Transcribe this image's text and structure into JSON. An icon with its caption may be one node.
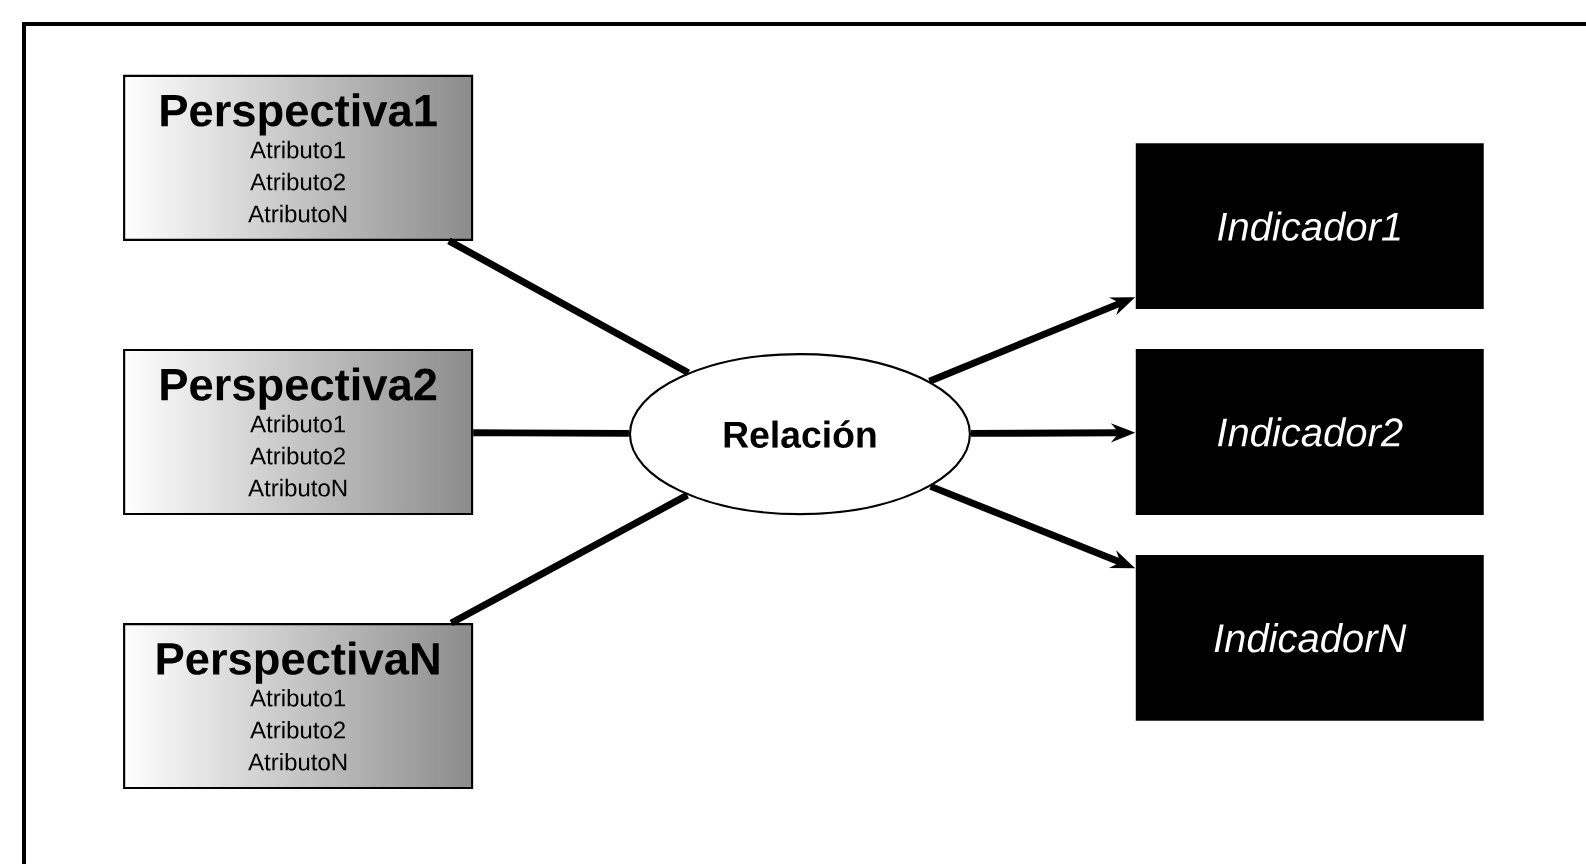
{
  "diagram": {
    "nodes": [
      {
        "text": [
          "Perspectiva1",
          "Atributo1",
          "Atributo2",
          "AtributoN"
        ]
      },
      {
        "text": [
          "Perspectiva2",
          "Atributo1",
          "Atributo2",
          "AtributoN"
        ]
      },
      {
        "text": [
          "PerspectivaN",
          "Atributo1",
          "Atributo2",
          "AtributoN"
        ]
      },
      {
        "text": [
          "Relación"
        ]
      },
      {
        "text": [
          "Indicador1"
        ]
      },
      {
        "text": [
          "Indicador2"
        ]
      },
      {
        "text": [
          "IndicadorN"
        ]
      }
    ],
    "edges": [
      {
        "from": 0,
        "to": 3,
        "arrow": "none"
      },
      {
        "from": 1,
        "to": 3,
        "arrow": "none"
      },
      {
        "from": 2,
        "to": 3,
        "arrow": "none"
      },
      {
        "from": 3,
        "to": 4,
        "arrow": "to"
      },
      {
        "from": 3,
        "to": 5,
        "arrow": "to"
      },
      {
        "from": 3,
        "to": 6,
        "arrow": "to"
      }
    ]
  }
}
